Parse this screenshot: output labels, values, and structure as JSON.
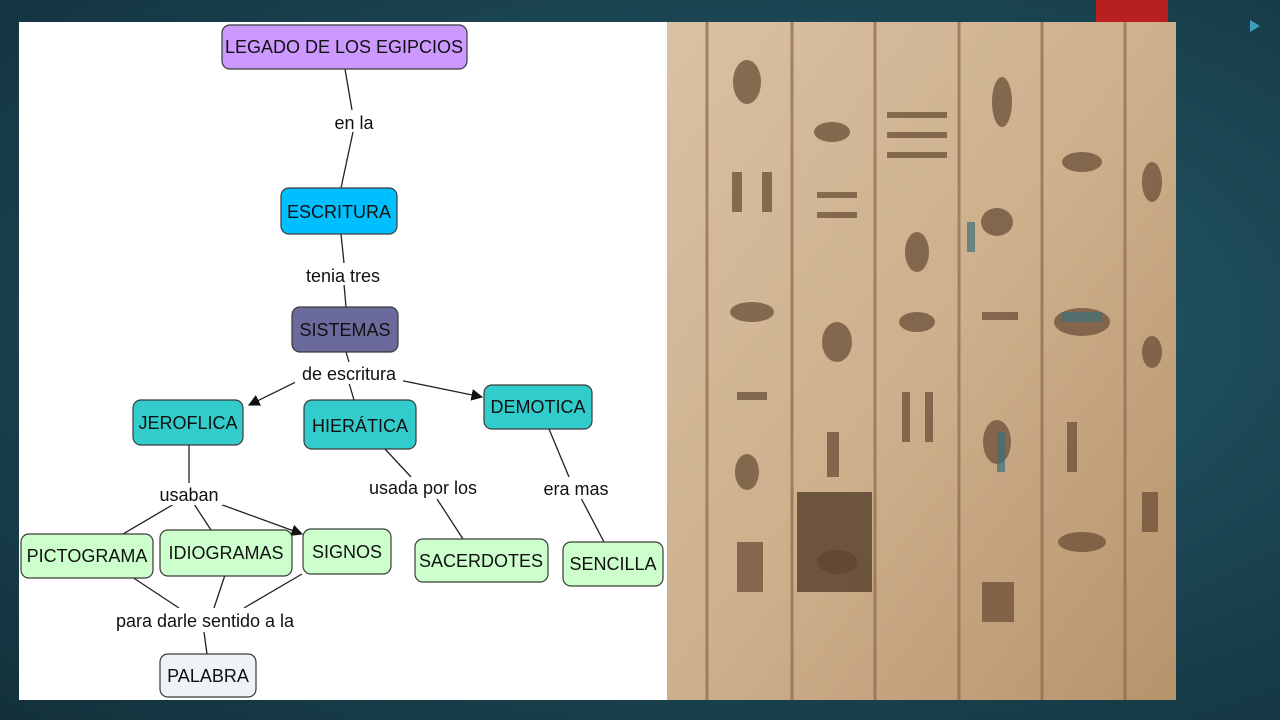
{
  "concept_map": {
    "nodes": {
      "legado": "LEGADO DE LOS EGIPCIOS",
      "escritura": "ESCRITURA",
      "sistemas": "SISTEMAS",
      "jeroflica": "JEROFLICA",
      "hieratica": "HIERÁTICA",
      "demotica": "DEMOTICA",
      "pictograma": "PICTOGRAMA",
      "idiogramas": "IDIOGRAMAS",
      "signos": "SIGNOS",
      "sacerdotes": "SACERDOTES",
      "sencilla": "SENCILLA",
      "palabra": "PALABRA"
    },
    "links": {
      "en_la": "en la",
      "tenia_tres": "tenia tres",
      "de_escritura": "de escritura",
      "usaban": "usaban",
      "usada_por_los": "usada por los",
      "era_mas": "era mas",
      "para_darle": "para darle sentido a la"
    }
  },
  "colors": {
    "purple_node": "#cc99ff",
    "blue_node": "#00bfff",
    "slate_node": "#6a6a9c",
    "teal_node": "#33cccc",
    "green_node": "#ccffcc",
    "pale_node": "#eef3f5",
    "accent_red": "#b81f1f"
  },
  "image": {
    "description_icon": "hieroglyph-wall-photo"
  }
}
